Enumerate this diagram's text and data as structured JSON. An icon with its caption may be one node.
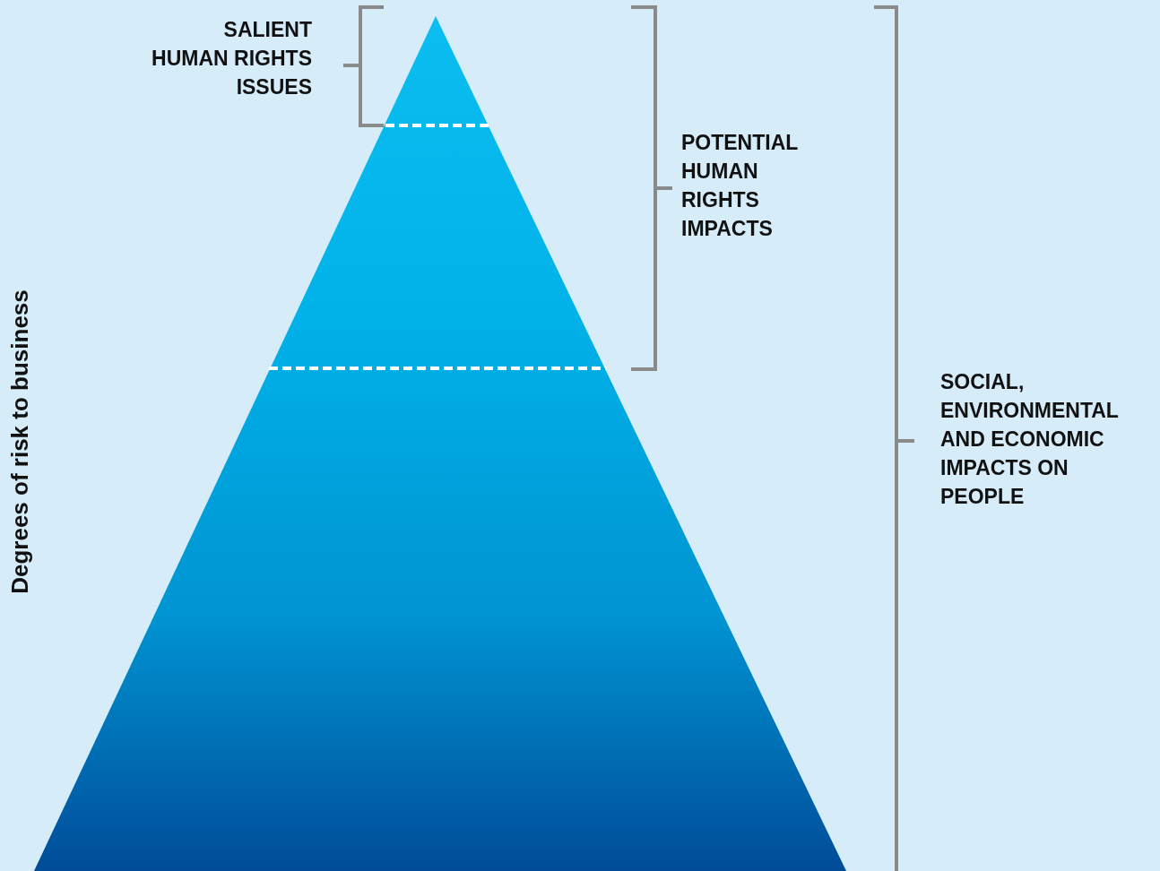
{
  "diagram": {
    "labels": [
      "SALIENT HUMAN RIGHTS ISSUES",
      "POTENTIAL HUMAN RIGHTS IMPACTS",
      "SOCIAL, ENVIRONMENTAL AND ECONOMIC IMPACTS ON PEOPLE",
      "Degrees of risk to business"
    ]
  }
}
